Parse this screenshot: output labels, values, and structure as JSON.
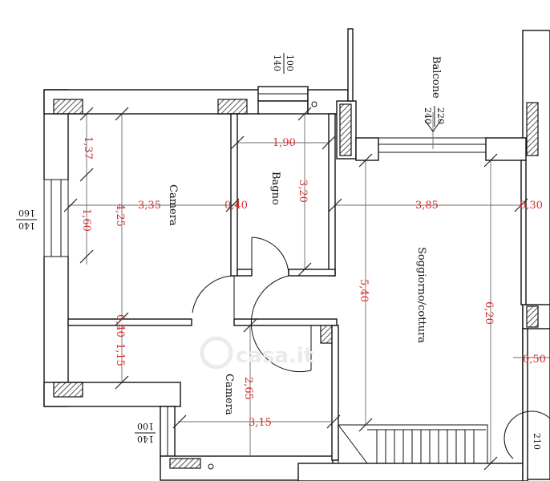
{
  "rooms": {
    "balcony": "Balcone",
    "bedroom_1": "Camera",
    "bathroom": "Bagno",
    "living": "Soggiorno/cottura",
    "bedroom_2": "Camera"
  },
  "dimensions": {
    "d_137": "1,37",
    "d_190": "1,90",
    "d_335": "3,35",
    "d_040a": "0,40",
    "d_320": "3,20",
    "d_385": "3,85",
    "d_030": "0,30",
    "d_160": "1,60",
    "d_425": "4,25",
    "d_540": "5,40",
    "d_620": "6,20",
    "d_040b": "0,40",
    "d_115": "1,15",
    "d_050": "0,50",
    "d_265": "2,65",
    "d_315": "3,15"
  },
  "openings": {
    "top_window_num": "100",
    "top_window_den": "140",
    "balcony_door_num": "220",
    "balcony_door_den": "240",
    "left_window_num": "140",
    "left_window_den": "160",
    "bottom_window_num": "140",
    "bottom_window_den": "100",
    "right_window_num": "210"
  },
  "watermark": "casa.it"
}
